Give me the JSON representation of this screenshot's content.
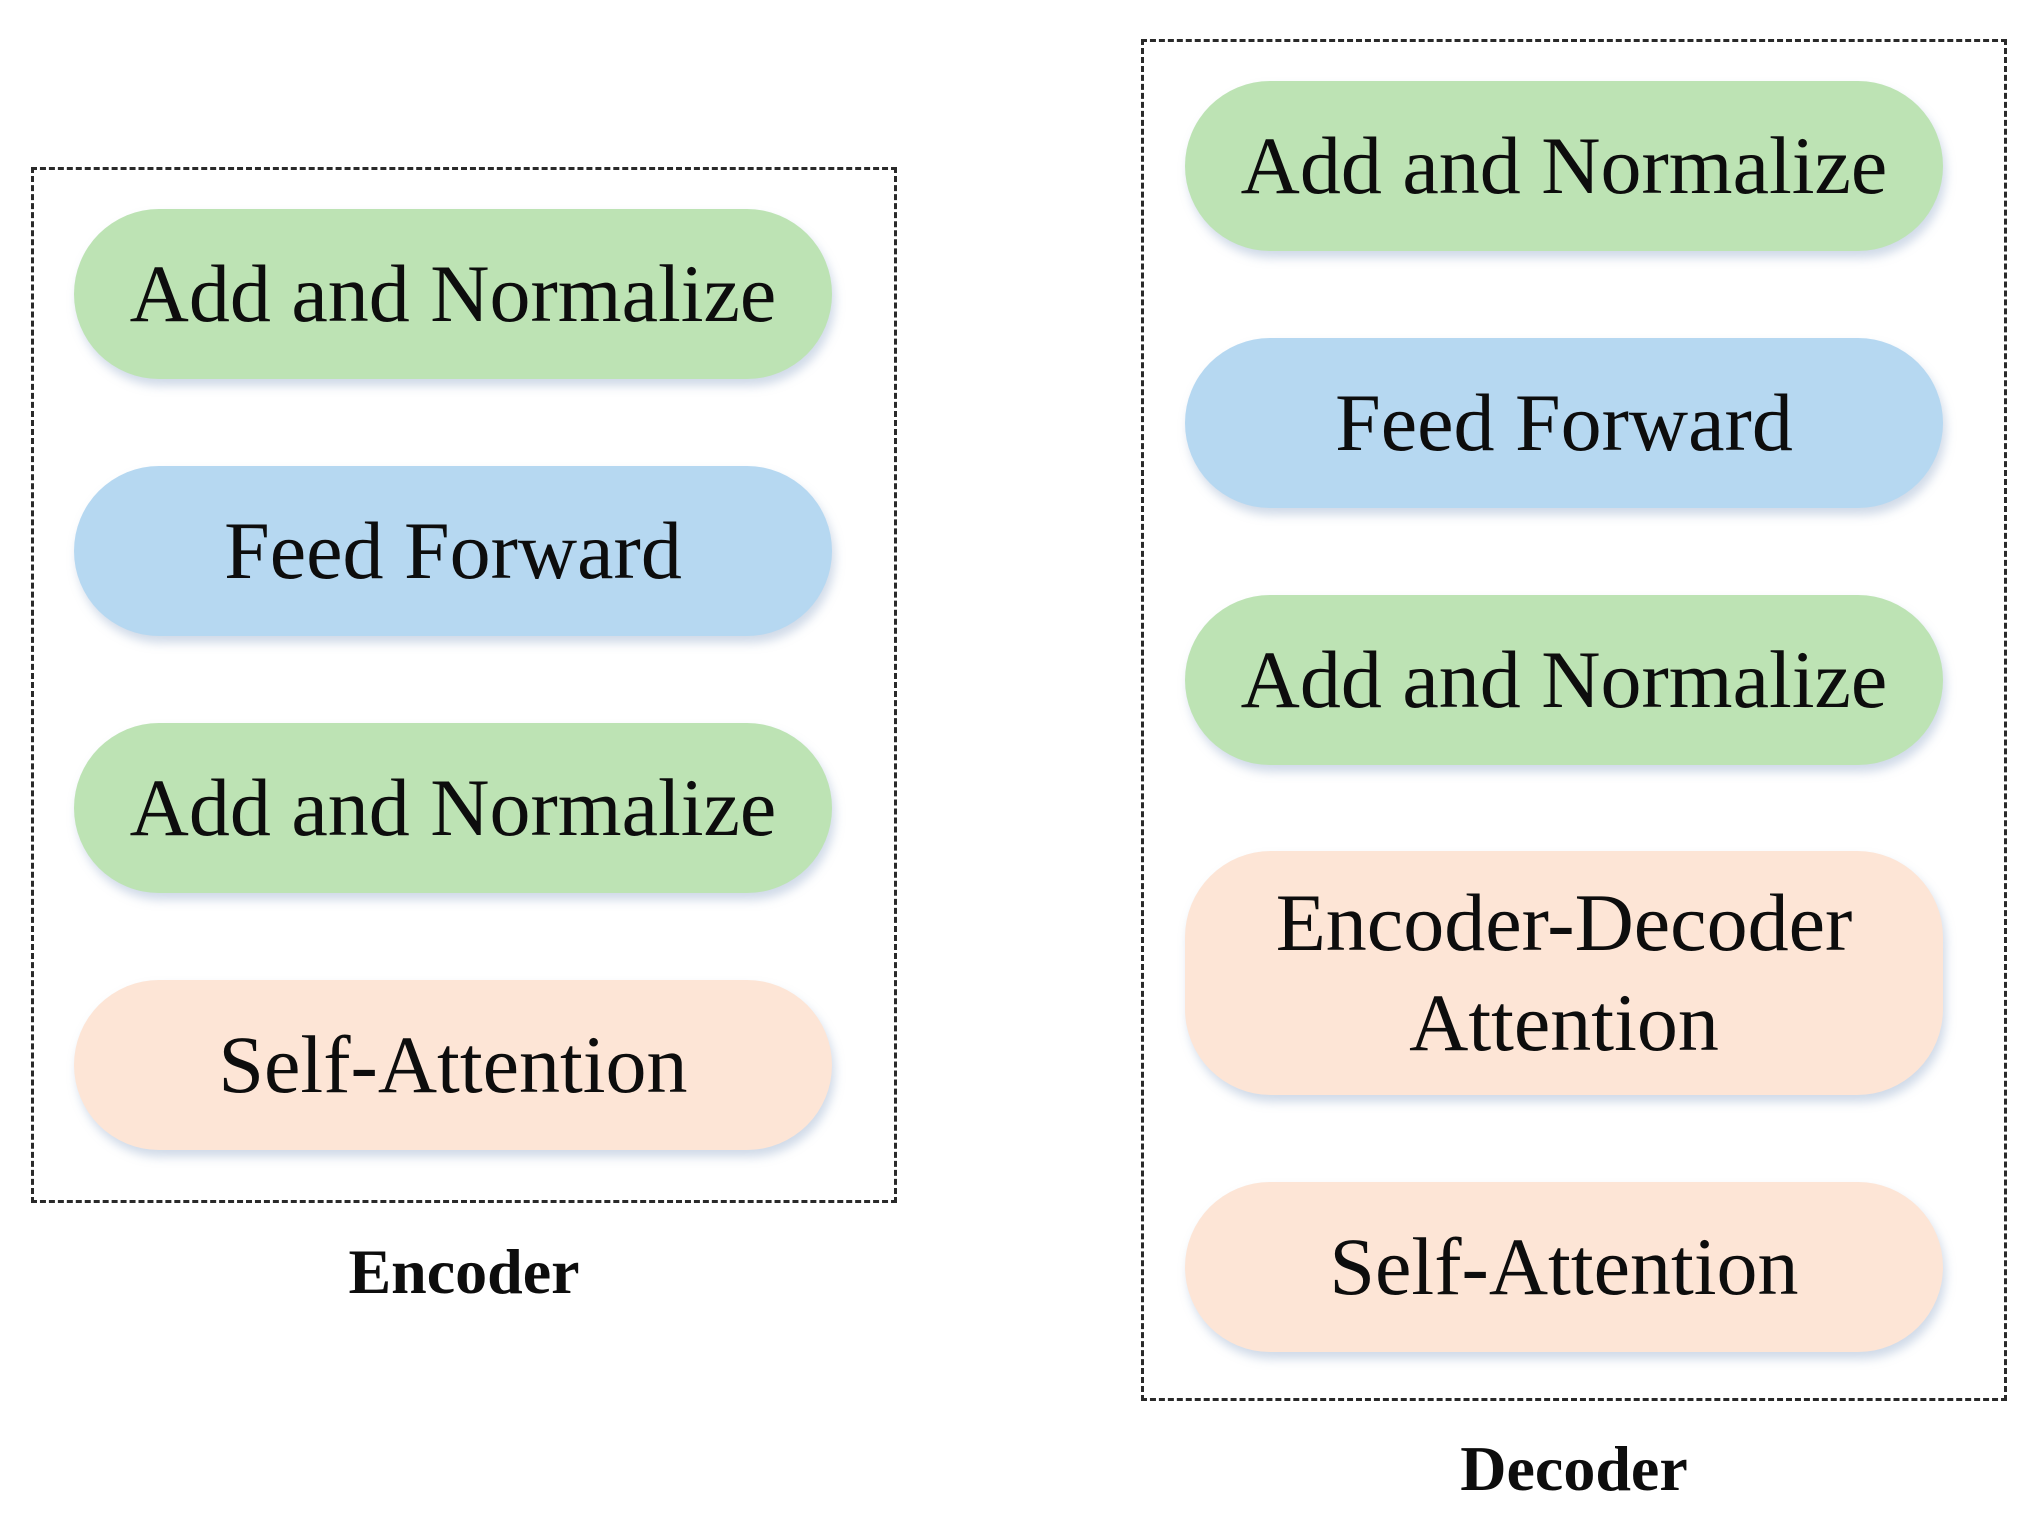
{
  "encoder": {
    "caption": "Encoder",
    "blocks": [
      {
        "label": "Add and Normalize",
        "color": "#bde3b4"
      },
      {
        "label": "Feed Forward",
        "color": "#b6d8f1"
      },
      {
        "label": "Add and Normalize",
        "color": "#bde3b4"
      },
      {
        "label": "Self-Attention",
        "color": "#fde5d6"
      }
    ]
  },
  "decoder": {
    "caption": "Decoder",
    "blocks": [
      {
        "label": "Add and Normalize",
        "color": "#bde3b4"
      },
      {
        "label": "Feed Forward",
        "color": "#b6d8f1"
      },
      {
        "label": "Add and Normalize",
        "color": "#bde3b4"
      },
      {
        "label": "Encoder-Decoder Attention",
        "color": "#fde5d6"
      },
      {
        "label": "Self-Attention",
        "color": "#fde5d6"
      }
    ]
  }
}
